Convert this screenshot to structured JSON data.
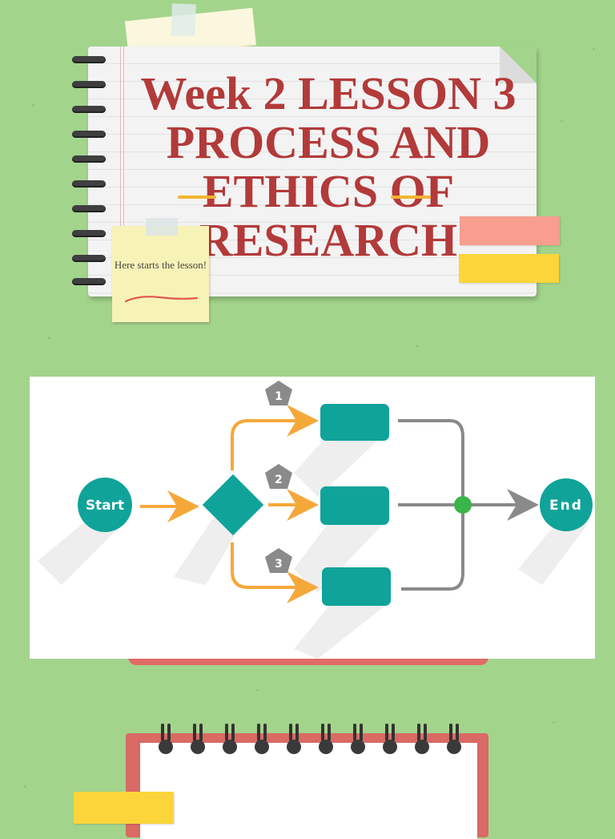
{
  "slide": {
    "title": "Week 2 LESSON 3 PROCESS AND ETHICS OF RESEARCH",
    "sticky_note": "Here starts the lesson!"
  },
  "flowchart": {
    "start_label": "Start",
    "end_label": "End",
    "steps": [
      "1",
      "2",
      "3"
    ]
  },
  "colors": {
    "background": "#a3d48c",
    "title": "#b23a3a",
    "teal": "#10a39a",
    "arrow_orange": "#f5a83a",
    "connector_grey": "#8a8a8a",
    "junction_green": "#3ab54a"
  }
}
